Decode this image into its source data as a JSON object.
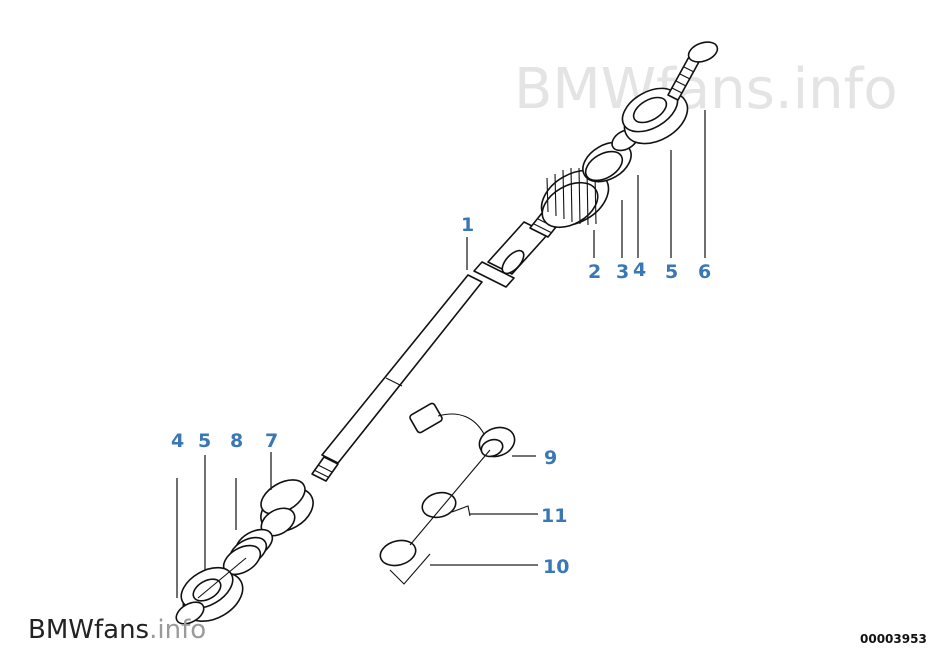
{
  "watermark_top": {
    "brand": "BMW",
    "site": "fans",
    "tld": ".info"
  },
  "watermark_bottom": {
    "brand": "BMW",
    "site": "fans",
    "tld": ".info"
  },
  "document_number": "00003953",
  "callouts": {
    "c1": "1",
    "c2": "2",
    "c3": "3",
    "c4a": "4",
    "c5a": "5",
    "c6": "6",
    "c4b": "4",
    "c5b": "5",
    "c8": "8",
    "c7": "7",
    "c9": "9",
    "c11": "11",
    "c10": "10"
  },
  "colors": {
    "callout": "#3a77b5",
    "line": "#111111",
    "watermark": "#e4e4e4"
  }
}
